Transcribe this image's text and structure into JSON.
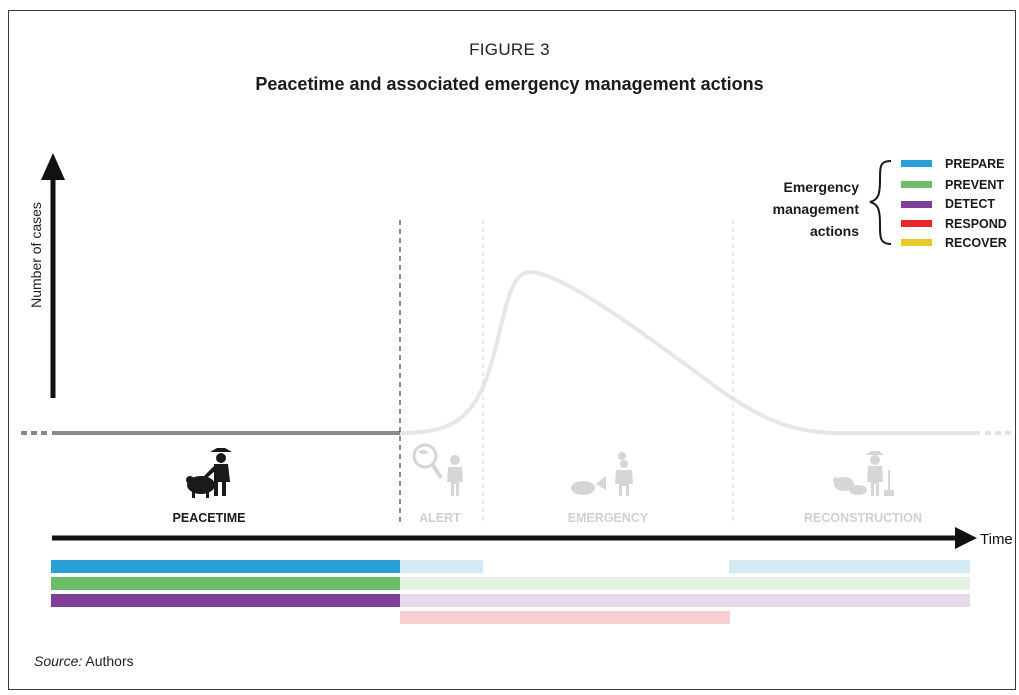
{
  "figure": {
    "label": "FIGURE 3",
    "title": "Peacetime and associated emergency management actions",
    "source_prefix": "Source:",
    "source_text": "Authors"
  },
  "axes": {
    "y_label": "Number of cases",
    "x_label": "Time"
  },
  "phases": [
    {
      "label": "PEACETIME",
      "active": true
    },
    {
      "label": "ALERT",
      "active": false
    },
    {
      "label": "EMERGENCY",
      "active": false
    },
    {
      "label": "RECONSTRUCTION",
      "active": false
    }
  ],
  "legend": {
    "title_lines": [
      "Emergency",
      "management",
      "actions"
    ],
    "items": [
      {
        "label": "PREPARE",
        "color": "#2a9fd6"
      },
      {
        "label": "PREVENT",
        "color": "#6cbd6a"
      },
      {
        "label": "DETECT",
        "color": "#7d3f98"
      },
      {
        "label": "RESPOND",
        "color": "#e8262a"
      },
      {
        "label": "RECOVER",
        "color": "#e8c92a"
      }
    ]
  },
  "icons": [
    "farmer-with-sheep-icon",
    "magnifier-person-icon",
    "vet-with-animals-icon",
    "farmer-with-animals-icon"
  ]
}
